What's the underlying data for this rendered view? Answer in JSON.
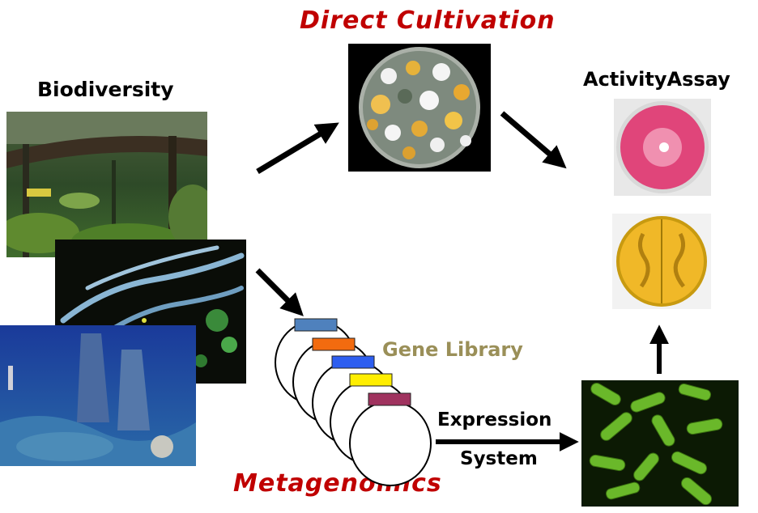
{
  "labels": {
    "direct_cultivation": "Direct Cultivation",
    "biodiversity": "Biodiversity",
    "activity_assay": "ActivityAssay",
    "gene_library": "Gene Library",
    "expression_line1": "Expression",
    "expression_line2": "System",
    "metagenomics": "Metagenomics"
  },
  "colors": {
    "title_red": "#c00000",
    "gene_library_text": "#9a8f58",
    "arrow": "#000000",
    "insert_1": "#4f81bd",
    "insert_2": "#f26b0f",
    "insert_3": "#2d5ef0",
    "insert_4": "#ffee00",
    "insert_5": "#a0335f"
  },
  "images": [
    "rainforest-photo",
    "microbial-mat-photo",
    "deep-sea-vent-photo",
    "fungal-culture-petri-dish",
    "pink-halo-assay-plate",
    "yellow-agar-plate",
    "green-bacteria-micrograph"
  ]
}
